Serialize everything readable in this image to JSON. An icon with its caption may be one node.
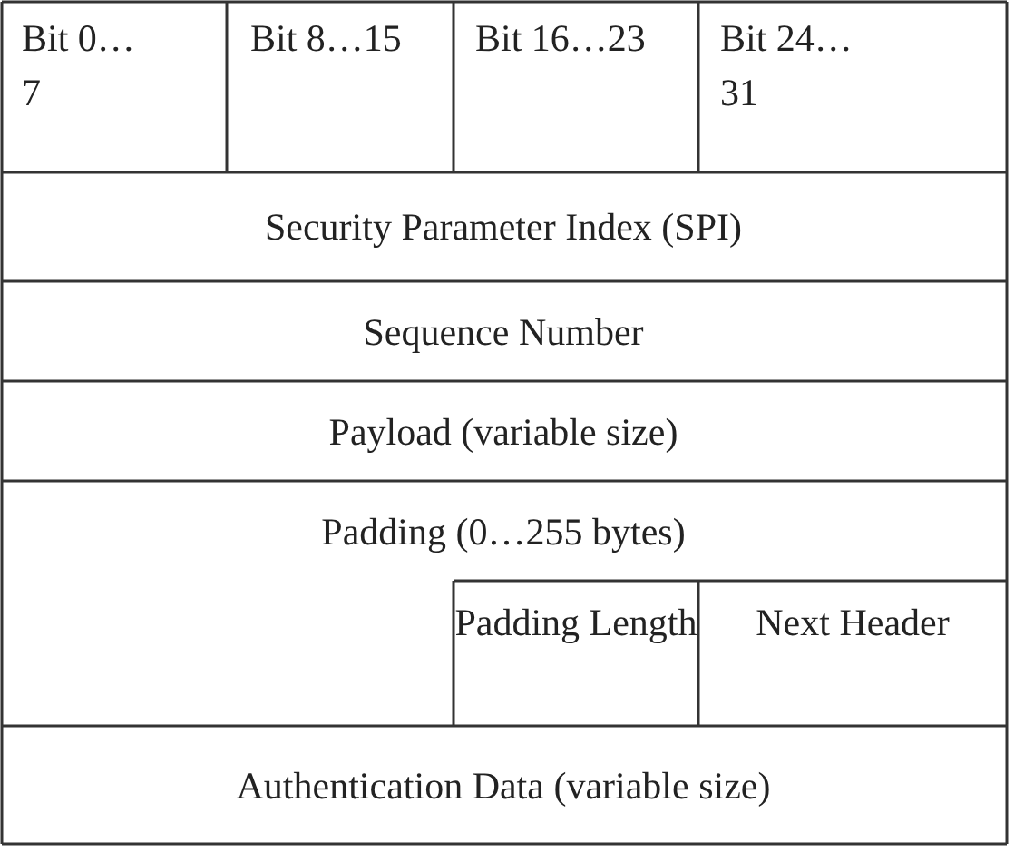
{
  "diagram": {
    "labels": [
      "Bit 0…7",
      "Bit 8…15",
      "Bit 16…23",
      "Bit 24…31",
      "Security Parameter Index (SPI)",
      "Sequence Number",
      "Payload (variable size)",
      "Padding (0…255 bytes)",
      "Padding Length",
      "Next Header",
      "Authentication Data (variable size)"
    ]
  }
}
